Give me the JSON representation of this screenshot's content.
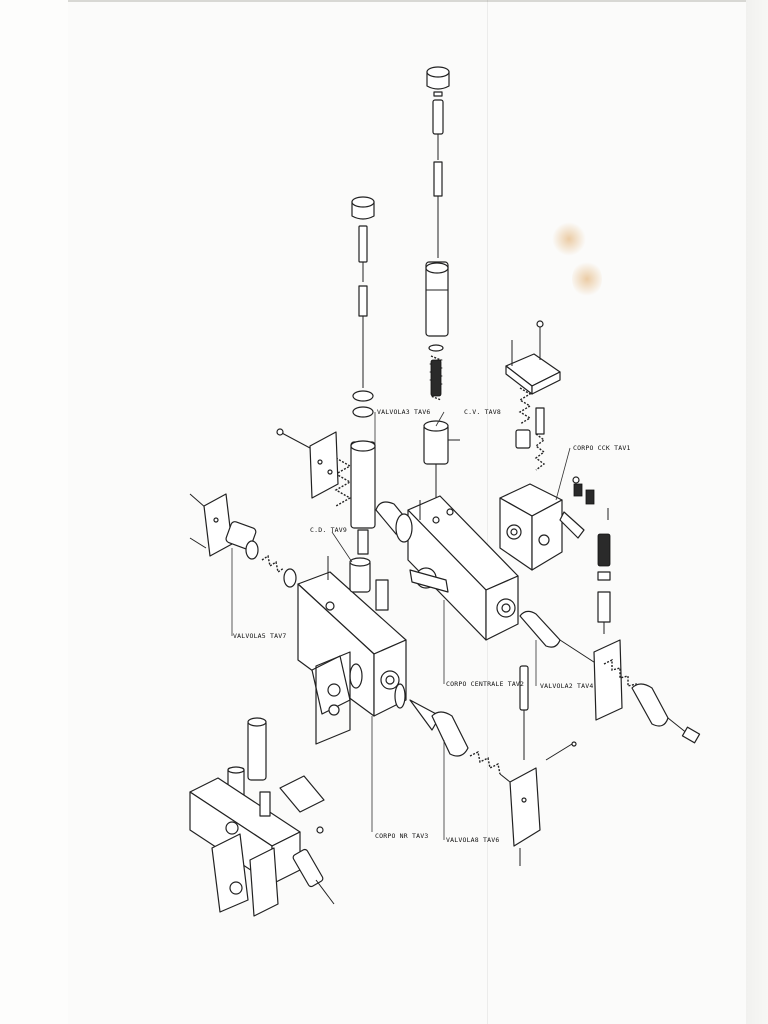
{
  "labels": {
    "valvola3": "VALVOLA3 TAV6",
    "cv_tav8": "C.V. TAV8",
    "corpo_cck": "CORPO CCK TAV1",
    "cd_tav9": "C.D. TAV9",
    "valvola5": "VALVOLA5 TAV7",
    "corpo_centrale": "CORPO CENTRALE TAV2",
    "valvola2": "VALVOLA2 TAV4",
    "corpo_nr": "CORPO NR TAV3",
    "valvola8": "VALVOLA8 TAV6"
  },
  "colors": {
    "paper": "#fbfbfa",
    "ink": "#222222",
    "stain": "#dea55f"
  }
}
